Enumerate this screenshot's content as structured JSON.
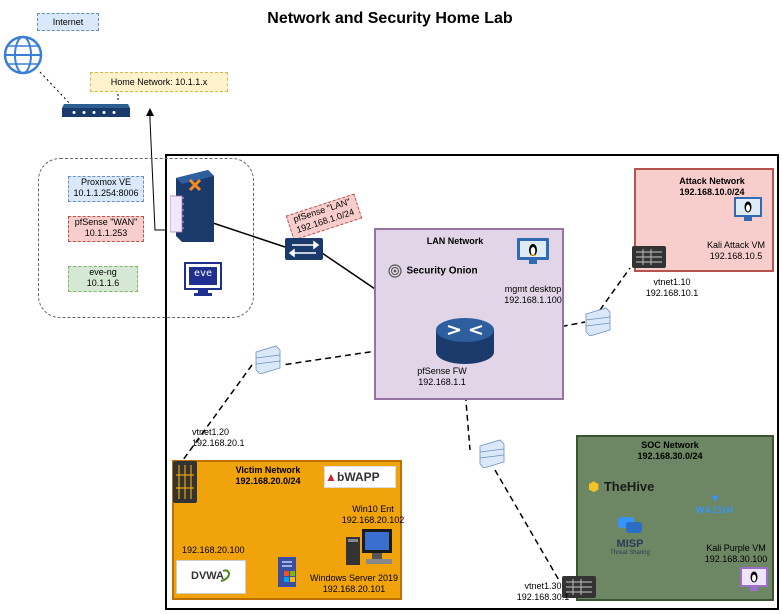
{
  "title": "Network and Security Home Lab",
  "internet": {
    "label": "Internet"
  },
  "home_network": {
    "label": "Home Network: 10.1.1.x"
  },
  "proxmox": {
    "name": "Proxmox VE",
    "address": "10.1.1.254:8006"
  },
  "pfsense_wan": {
    "name": "pfSense \"WAN\"",
    "address": "10.1.1.253"
  },
  "eve_ng": {
    "name": "eve-ng",
    "address": "10.1.1.6",
    "logo_text": "eve"
  },
  "pfsense_lan": {
    "name": "pfSense \"LAN\"",
    "address": "192.168.1.0/24"
  },
  "lan_network": {
    "title": "LAN Network",
    "security_onion": "Security Onion",
    "mgmt": {
      "name": "mgmt desktop",
      "address": "192.168.1.100"
    },
    "firewall": {
      "name": "pfSense FW",
      "address": "192.168.1.1"
    }
  },
  "attack_network": {
    "title": "Attack Network",
    "subnet": "192.168.10.0/24",
    "kali": {
      "name": "Kali Attack VM",
      "address": "192.168.10.5"
    },
    "vtnet": {
      "name": "vtnet1.10",
      "address": "192.168.10.1"
    }
  },
  "victim_network": {
    "title": "Victim Network",
    "subnet": "192.168.20.0/24",
    "bwapp": "bWAPP",
    "dvwa": "DVWA",
    "dvwa_address": "192.168.20.100",
    "win10": {
      "name": "Win10 Ent",
      "address": "192.168.20.102"
    },
    "winserver": {
      "name": "Windows Server 2019",
      "address": "192.168.20.101"
    },
    "vtnet": {
      "name": "vtnet1.20",
      "address": "192.168.20.1"
    }
  },
  "soc_network": {
    "title": "SOC Network",
    "subnet": "192.168.30.0/24",
    "thehive": "TheHive",
    "wazuh": "WAZUH",
    "misp": "MISP",
    "misp_sub": "Threat Sharing",
    "kali_purple": {
      "name": "Kali Purple VM",
      "address": "192.168.30.100"
    },
    "vtnet": {
      "name": "vtnet1.30",
      "address": "192.168.30.1"
    }
  },
  "colors": {
    "attack_fill": "#f8cecc",
    "attack_border": "#b85450",
    "lan_fill": "#e1d5e7",
    "lan_border": "#9673a6",
    "victim_fill": "#f0a30a",
    "victim_border": "#bd7000",
    "soc_fill": "#6d8764",
    "soc_border": "#3a5431",
    "server_blue": "#1a3a6b",
    "internet_blue": "#3a7fd5"
  }
}
